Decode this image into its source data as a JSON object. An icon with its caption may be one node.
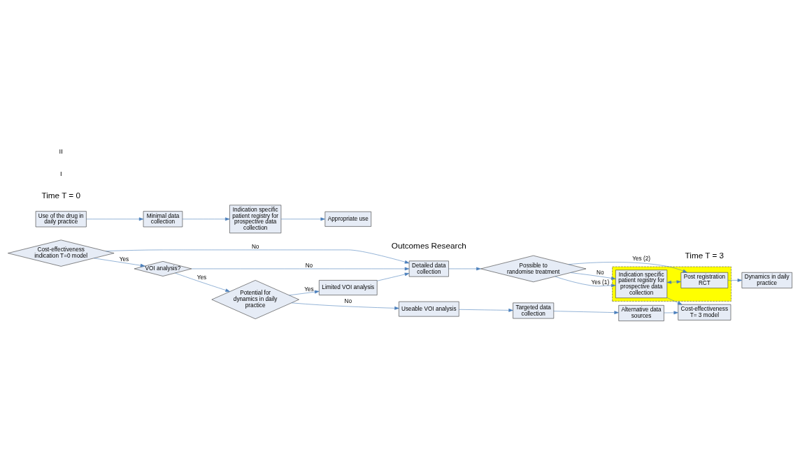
{
  "diagram": {
    "nodes": [
      {
        "text": [
          "Cost-effectiveness indication T=0 model"
        ]
      },
      {
        "text": [
          "VOI analysis?"
        ]
      },
      {
        "text": [
          "Potential for dynamics in daily practice"
        ]
      },
      {
        "text": [
          "Limited VOI analysis"
        ]
      },
      {
        "text": [
          "Useable VOI analysis"
        ]
      },
      {
        "text": [
          "Detailed data collection"
        ]
      },
      {
        "text": [
          "Targeted data collection"
        ]
      },
      {
        "text": [
          "Possible to randomise treatment"
        ]
      },
      {
        "text": [],
        "shape": "box"
      },
      {
        "text": [
          "Indication specific patient registry for prospective data collection"
        ],
        "in": 8
      },
      {
        "text": [
          "Post registration RCT"
        ],
        "in": 8
      },
      {
        "text": [
          "Alternative data sources"
        ]
      },
      {
        "text": [
          "Cost-effectiveness T= 3 model"
        ]
      },
      {
        "text": [
          "Dynamics in daily practice"
        ]
      },
      {
        "text": [
          "Use of the drug in daily practice"
        ]
      },
      {
        "text": [
          "Minimal data collection"
        ]
      },
      {
        "text": [
          "Indication specific patient registry for prospective data collection"
        ]
      },
      {
        "text": [
          "Appropriate use"
        ]
      }
    ],
    "edges": [
      {
        "from": 0,
        "to": 5,
        "arrow": "to",
        "label": "No"
      },
      {
        "from": 0,
        "to": 1,
        "arrow": "to",
        "label": "Yes"
      },
      {
        "from": 1,
        "to": 5,
        "arrow": "to",
        "label": "No"
      },
      {
        "from": 1,
        "to": 2,
        "arrow": "to",
        "label": "Yes"
      },
      {
        "from": 2,
        "to": 3,
        "arrow": "to",
        "label": "Yes"
      },
      {
        "from": 2,
        "to": 4,
        "arrow": "to",
        "label": "No"
      },
      {
        "from": 3,
        "to": 5,
        "arrow": "to"
      },
      {
        "from": 4,
        "to": 6,
        "arrow": "to"
      },
      {
        "from": 5,
        "to": 7,
        "arrow": "to"
      },
      {
        "from": 7,
        "to": 9,
        "arrow": "to",
        "label": "No"
      },
      {
        "from": 7,
        "to": 9,
        "arrow": "to",
        "label": "Yes (1)"
      },
      {
        "from": 7,
        "to": 10,
        "arrow": "to",
        "label": "Yes (2)"
      },
      {
        "from": 9,
        "to": 10,
        "arrow": "both"
      },
      {
        "from": 9,
        "to": 12,
        "arrow": "to"
      },
      {
        "from": 6,
        "to": 11,
        "arrow": "to"
      },
      {
        "from": 11,
        "to": 12,
        "arrow": "to"
      },
      {
        "from": 10,
        "to": 13,
        "arrow": "to"
      },
      {
        "from": 14,
        "to": 15,
        "arrow": "to"
      },
      {
        "from": 15,
        "to": 16,
        "arrow": "to"
      },
      {
        "from": 16,
        "to": 17,
        "arrow": "to"
      }
    ],
    "labels": [
      "Time T = 0",
      "Outcomes Research",
      "Time T = 3",
      "I",
      "II"
    ]
  }
}
